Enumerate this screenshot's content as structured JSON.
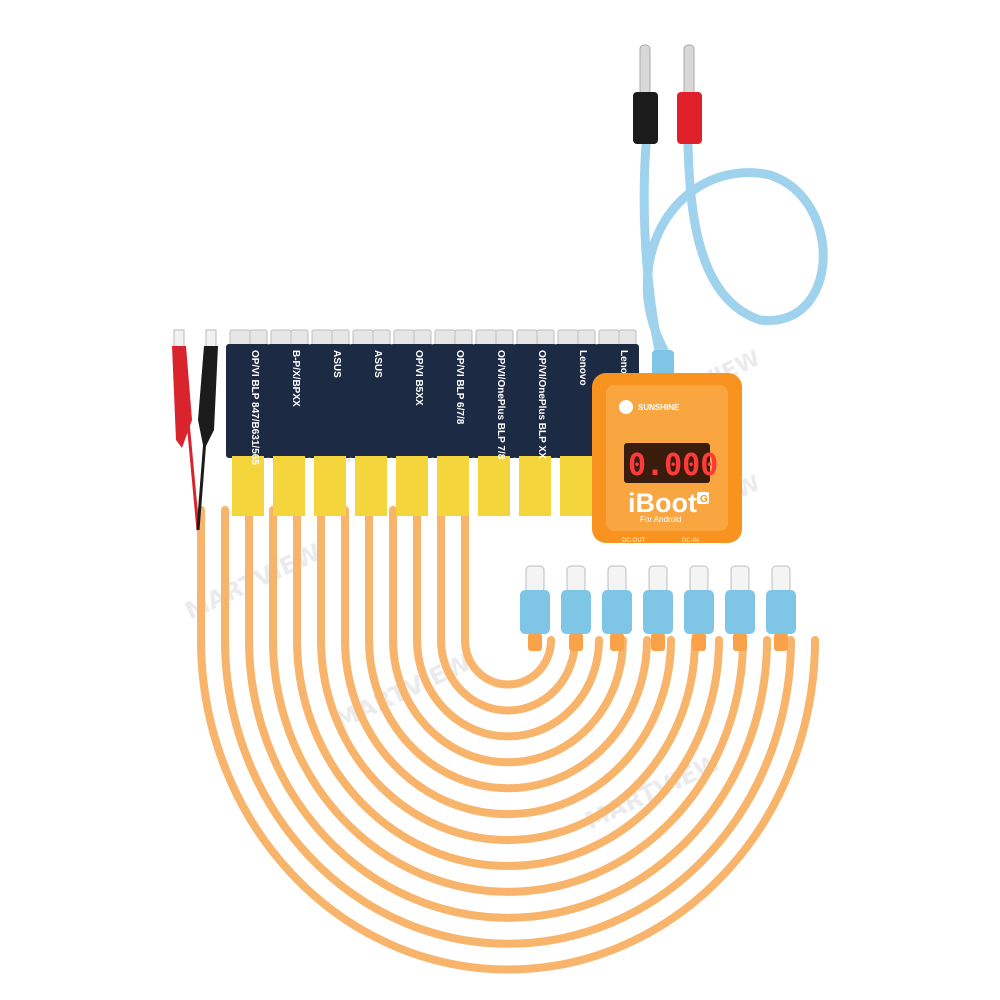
{
  "product": {
    "brand": "SUNSHINE",
    "title": "iBoot",
    "title_badge": "G",
    "subtitle": "For Android",
    "lcd_reading": "0.000",
    "port_left": "DC-OUT",
    "port_right": "DC-IN"
  },
  "watermark": {
    "text": "MARTVIEW"
  },
  "strips": [
    {
      "label": "OP/VI BLP 847/B631/565"
    },
    {
      "label": "B-P/X/BPXX"
    },
    {
      "label": "ASUS"
    },
    {
      "label": "ASUS"
    },
    {
      "label": "OP/VI B5XX"
    },
    {
      "label": "OP/VI BLP 6/7/8"
    },
    {
      "label": "OP/VI/OnePlus BLP 7/8"
    },
    {
      "label": "OP/VI/OnePlus BLP XX"
    },
    {
      "label": "Lenovo"
    },
    {
      "label": "Lenovo"
    }
  ],
  "colors": {
    "cable_orange": "#f7b46a",
    "cable_blue": "#9fd2ec",
    "box_orange": "#f7931e",
    "strip_navy": "#1d2a44",
    "strip_yellow": "#f4d63c",
    "clip_red": "#d9232d",
    "clip_black": "#1b1b1b",
    "plug_blue": "#7fc6e6",
    "lcd_red": "#ff3a3a"
  }
}
